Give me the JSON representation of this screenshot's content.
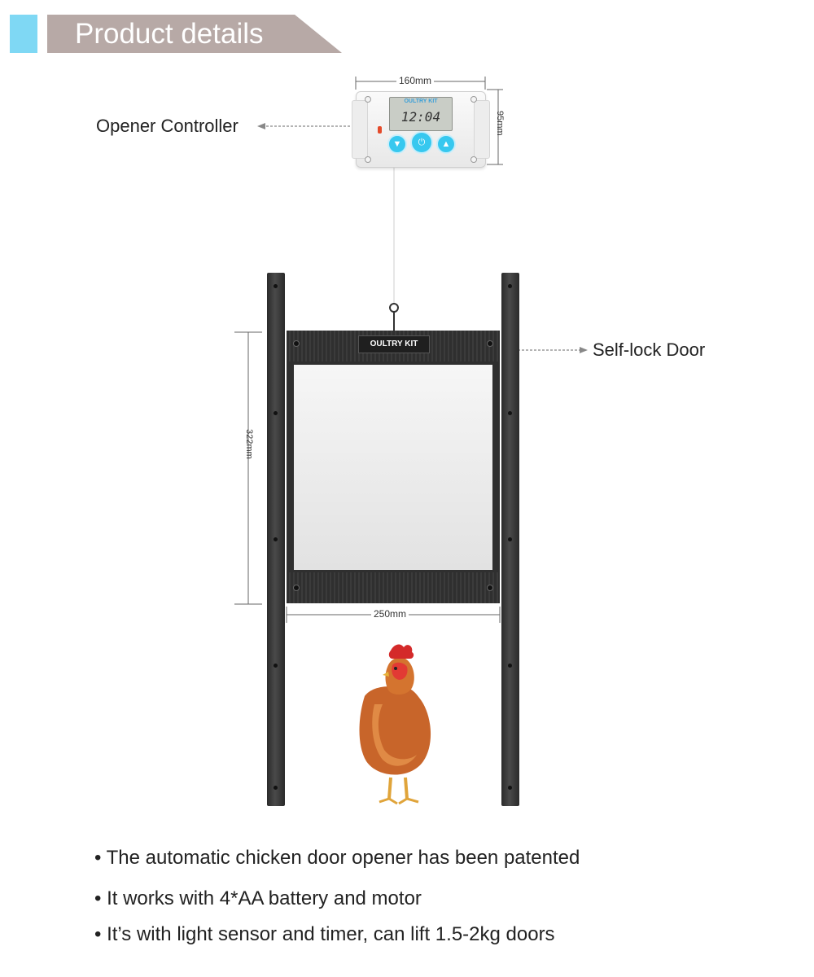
{
  "header": {
    "title": "Product details"
  },
  "controller": {
    "callout_label": "Opener Controller",
    "brand": "OULTRY KIT",
    "time": "12:04",
    "width_label": "160mm",
    "height_label": "95mm",
    "buttons": [
      "down-arrow",
      "power",
      "up-arrow"
    ]
  },
  "door": {
    "callout_label": "Self-lock Door",
    "brand": "OULTRY KIT",
    "height_label": "322mm",
    "width_label": "250mm"
  },
  "features": [
    "• The automatic chicken door opener has been patented",
    "• It works with 4*AA battery and motor",
    "• It’s with light sensor and timer, can lift 1.5-2kg doors"
  ],
  "colors": {
    "header_accent": "#7fd8f4",
    "header_banner": "#b7a9a6",
    "button_blue": "#37c8ef",
    "rail": "#333333"
  }
}
